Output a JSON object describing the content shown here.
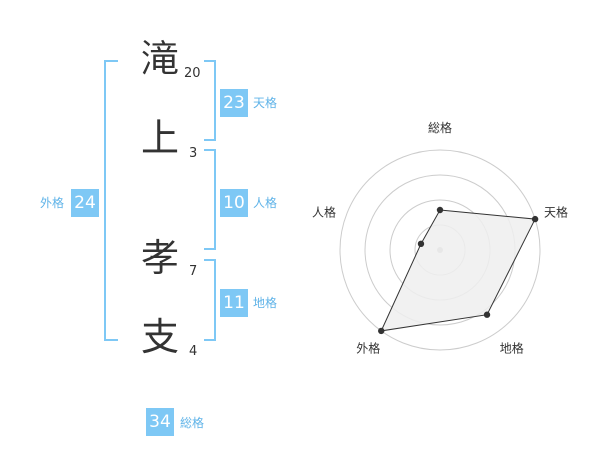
{
  "name": {
    "characters": [
      {
        "char": "滝",
        "strokes": "20"
      },
      {
        "char": "上",
        "strokes": "3"
      },
      {
        "char": "孝",
        "strokes": "7"
      },
      {
        "char": "支",
        "strokes": "4"
      }
    ]
  },
  "kakusu": {
    "tenkaku": {
      "value": "23",
      "label": "天格"
    },
    "jinkaku": {
      "value": "10",
      "label": "人格"
    },
    "chikaku": {
      "value": "11",
      "label": "地格"
    },
    "gaikaku": {
      "value": "24",
      "label": "外格"
    },
    "soukaku": {
      "value": "34",
      "label": "総格"
    }
  },
  "chart_data": {
    "type": "radar",
    "axes": [
      "総格",
      "天格",
      "地格",
      "外格",
      "人格"
    ],
    "values": [
      2,
      5,
      4,
      5,
      1
    ],
    "max": 5,
    "rings": 4,
    "grid": true,
    "colors": {
      "fill": "#efefef",
      "line": "#333333",
      "grid": "#cccccc",
      "center": "#bbbbbb"
    }
  }
}
